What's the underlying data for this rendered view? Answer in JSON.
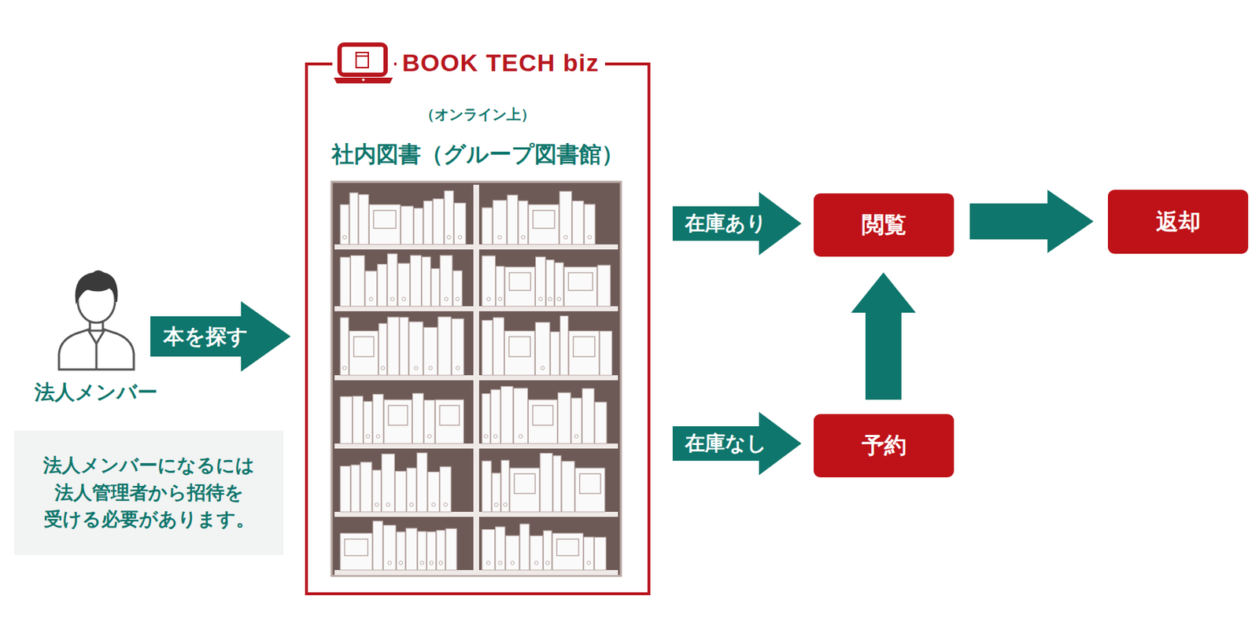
{
  "diagram": {
    "nodes": [
      {
        "text": [
          "法人メンバー"
        ]
      },
      {
        "text": [
          "法人メンバーになるには 法人管理者から招待を 受ける必要があります。"
        ]
      },
      {
        "text": [
          "BOOK TECH biz",
          "（オンライン上）",
          "社内図書（グループ図書館）"
        ]
      },
      {
        "text": [
          "閲覧"
        ]
      },
      {
        "text": [
          "予約"
        ]
      },
      {
        "text": [
          "返却"
        ]
      }
    ],
    "edges": [
      {
        "from": 0,
        "to": 2,
        "label": "本を探す",
        "arrow": "to"
      },
      {
        "from": 2,
        "to": 3,
        "label": "在庫あり",
        "arrow": "to"
      },
      {
        "from": 2,
        "to": 4,
        "label": "在庫なし",
        "arrow": "to"
      },
      {
        "from": 4,
        "to": 3,
        "arrow": "to"
      },
      {
        "from": 3,
        "to": 5,
        "arrow": "to"
      }
    ]
  }
}
